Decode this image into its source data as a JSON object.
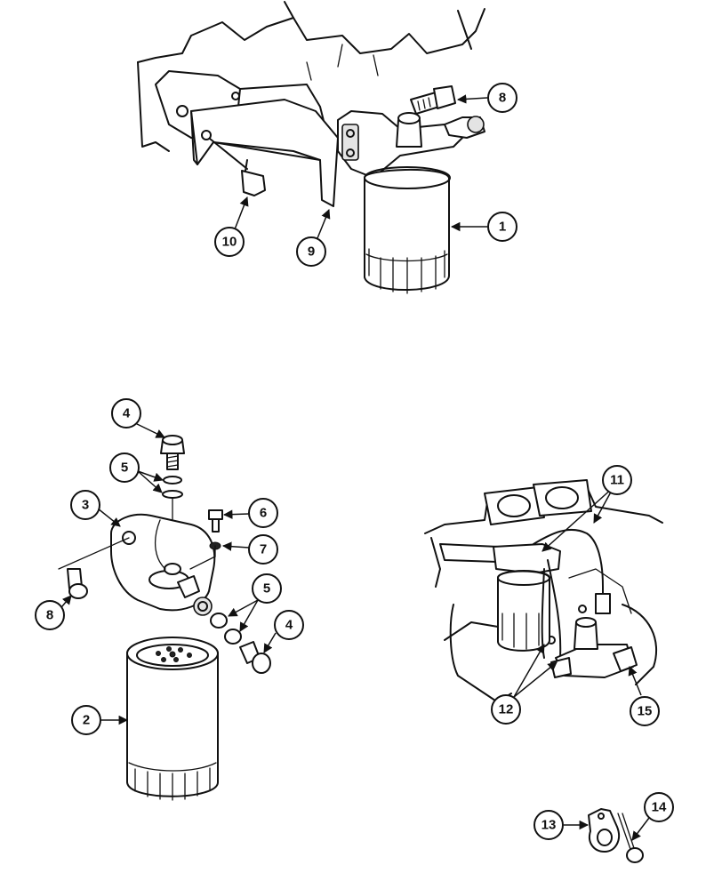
{
  "callouts": {
    "c1": "1",
    "c2": "2",
    "c3": "3",
    "c4a": "4",
    "c4b": "4",
    "c5a": "5",
    "c5b": "5",
    "c6": "6",
    "c7": "7",
    "c8a": "8",
    "c8b": "8",
    "c9": "9",
    "c10": "10",
    "c11": "11",
    "c12": "12",
    "c13": "13",
    "c14": "14",
    "c15": "15"
  }
}
